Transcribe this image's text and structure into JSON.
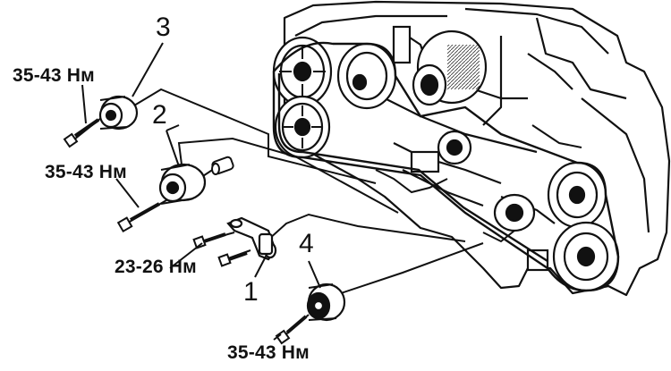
{
  "callouts": [
    {
      "id": "1",
      "text": "1"
    },
    {
      "id": "2",
      "text": "2"
    },
    {
      "id": "3",
      "text": "3"
    },
    {
      "id": "4",
      "text": "4"
    }
  ],
  "torques": [
    {
      "part": "3",
      "text": "35-43 Нм"
    },
    {
      "part": "2",
      "text": "35-43 Нм"
    },
    {
      "part": "1",
      "text": "23-26 Нм"
    },
    {
      "part": "4",
      "text": "35-43 Нм"
    }
  ]
}
